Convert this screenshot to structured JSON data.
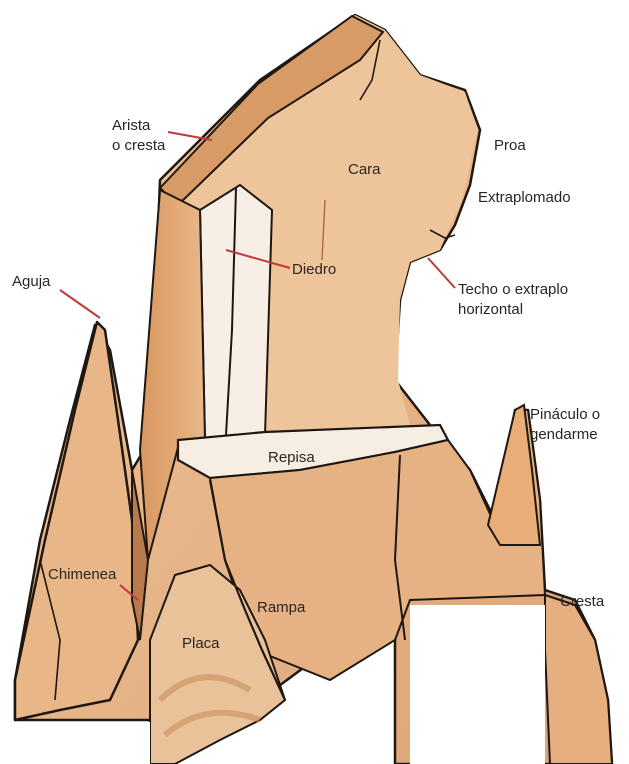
{
  "colors": {
    "rock_light": "#f2c9a0",
    "rock_mid": "#e3ad7e",
    "rock_dark": "#c98a5a",
    "outline": "#1e1712",
    "leader": "#c0393b",
    "text": "#2b2522"
  },
  "labels": {
    "arista": [
      "Arista",
      "o cresta"
    ],
    "cara": "Cara",
    "proa": "Proa",
    "extraplomado": "Extraplomado",
    "diedro": "Diedro",
    "techo": [
      "Techo o extraplo",
      "horizontal"
    ],
    "aguja": "Aguja",
    "repisa": "Repisa",
    "pinaculo": [
      "Pináculo o",
      "gendarme"
    ],
    "chimenea": "Chimenea",
    "rampa": "Rampa",
    "placa": "Placa",
    "cresta": "Cresta"
  }
}
